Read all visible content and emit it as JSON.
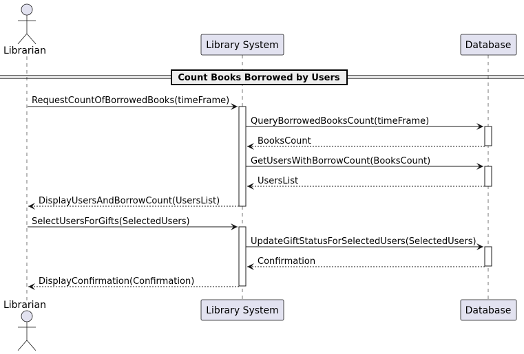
{
  "participants": {
    "librarian": {
      "label": "Librarian",
      "kind": "actor"
    },
    "library_system": {
      "label": "Library System",
      "kind": "participant"
    },
    "database": {
      "label": "Database",
      "kind": "participant"
    }
  },
  "divider": {
    "title": "Count Books Borrowed by Users"
  },
  "messages": [
    {
      "from": "librarian",
      "to": "library_system",
      "label": "RequestCountOfBorrowedBooks(timeFrame)",
      "style": "solid"
    },
    {
      "from": "library_system",
      "to": "database",
      "label": "QueryBorrowedBooksCount(timeFrame)",
      "style": "solid"
    },
    {
      "from": "database",
      "to": "library_system",
      "label": "BooksCount",
      "style": "dashed"
    },
    {
      "from": "library_system",
      "to": "database",
      "label": "GetUsersWithBorrowCount(BooksCount)",
      "style": "solid"
    },
    {
      "from": "database",
      "to": "library_system",
      "label": "UsersList",
      "style": "dashed"
    },
    {
      "from": "library_system",
      "to": "librarian",
      "label": "DisplayUsersAndBorrowCount(UsersList)",
      "style": "dashed"
    },
    {
      "from": "librarian",
      "to": "library_system",
      "label": "SelectUsersForGifts(SelectedUsers)",
      "style": "solid"
    },
    {
      "from": "library_system",
      "to": "database",
      "label": "UpdateGiftStatusForSelectedUsers(SelectedUsers)",
      "style": "solid"
    },
    {
      "from": "database",
      "to": "library_system",
      "label": "Confirmation",
      "style": "dashed"
    },
    {
      "from": "library_system",
      "to": "librarian",
      "label": "DisplayConfirmation(Confirmation)",
      "style": "dashed"
    }
  ],
  "colors": {
    "participant_fill": "#e2e2f0",
    "participant_stroke": "#181818",
    "lifeline": "#181818",
    "activation_fill": "#ffffff",
    "divider_fill": "#eeeeee"
  }
}
